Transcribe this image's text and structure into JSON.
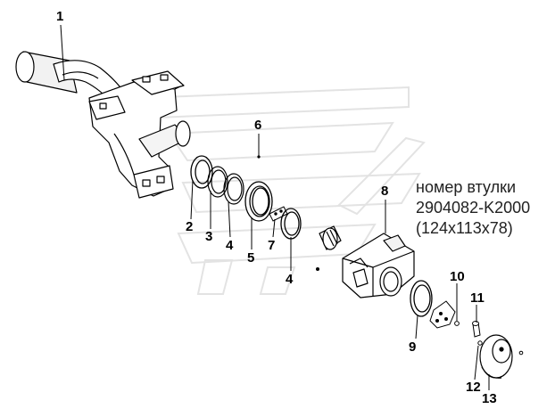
{
  "callouts": [
    "1",
    "2",
    "3",
    "4",
    "5",
    "6",
    "7",
    "4",
    "8",
    "9",
    "10",
    "11",
    "12",
    "13"
  ],
  "note": {
    "line1": "номер втулки",
    "line2": "2904082-K2000",
    "line3": "(124x113x78)"
  },
  "colors": {
    "line": "#000000",
    "watermark": "#e6e6e6",
    "fill": "#ffffff",
    "shade": "#eeeeee"
  }
}
